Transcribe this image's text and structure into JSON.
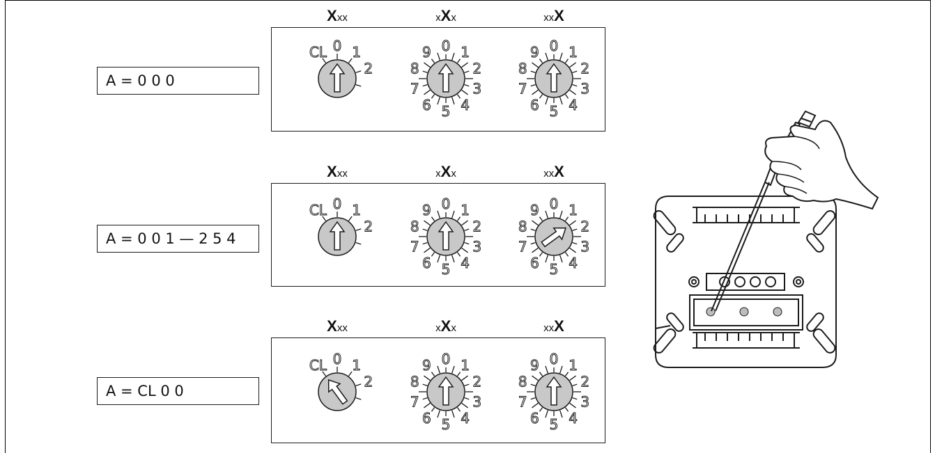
{
  "header_parts": [
    {
      "before": "",
      "bold": "X",
      "after": "xx"
    },
    {
      "before": "x",
      "bold": "X",
      "after": "x"
    },
    {
      "before": "xx",
      "bold": "X",
      "after": ""
    }
  ],
  "dial_cl_labels": [
    "CL",
    "0",
    "1",
    "2"
  ],
  "dial_decimal_labels": [
    "0",
    "1",
    "2",
    "3",
    "4",
    "5",
    "6",
    "7",
    "8",
    "9"
  ],
  "rows": [
    {
      "address": "A = 0 0 0",
      "dials": [
        "0",
        "0",
        "0"
      ]
    },
    {
      "address": "A = 0 0 1 — 2 5 4",
      "dials": [
        "0",
        "0",
        "1-2"
      ]
    },
    {
      "address": "A = CL 0 0",
      "dials": [
        "CL",
        "0",
        "0"
      ]
    }
  ],
  "colors": {
    "dial_fill": "#c8c8c8",
    "stroke": "#1a1a1a",
    "background": "#ffffff"
  },
  "illustration_icon": "hand-screwdriver-setting-rotary-switch"
}
